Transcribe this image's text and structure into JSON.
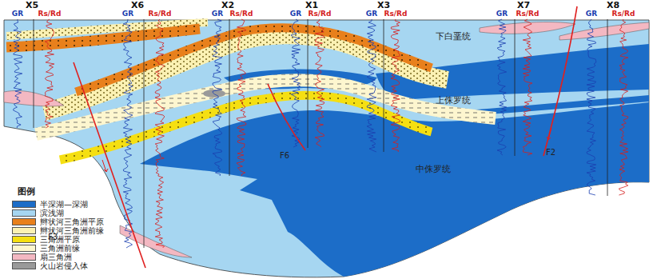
{
  "diagram": {
    "labels": [
      "X5",
      "X6",
      "X2",
      "X1",
      "X3",
      "X7",
      "X8",
      "GR",
      "Rs/Rd",
      "GR",
      "Rs/Rd",
      "GR",
      "Rs/Rd",
      "GR",
      "Rs/Rd",
      "GR",
      "Rs/Rd",
      "GR",
      "Rs/Rd",
      "GR",
      "Rs/Rd",
      "下白垩统",
      "上侏罗统",
      "中侏罗统",
      "F3",
      "F6",
      "F2",
      "图例"
    ],
    "legend": [
      {
        "text": "半深湖—深湖",
        "color": "#1c6dc8"
      },
      {
        "text": "滨浅湖",
        "color": "#a6d6f1"
      },
      {
        "text": "辫状河三角洲平原",
        "color": "#e8801c"
      },
      {
        "text": "辫状河三角洲前缘",
        "color": "#fbf1b3"
      },
      {
        "text": "三角洲平原",
        "color": "#f5df12"
      },
      {
        "text": "三角洲前缘",
        "color": "#fdf6cf"
      },
      {
        "text": "扇三角洲",
        "color": "#f3b8c2"
      },
      {
        "text": "火山岩侵入体",
        "color": "#9a9a9a"
      }
    ]
  }
}
